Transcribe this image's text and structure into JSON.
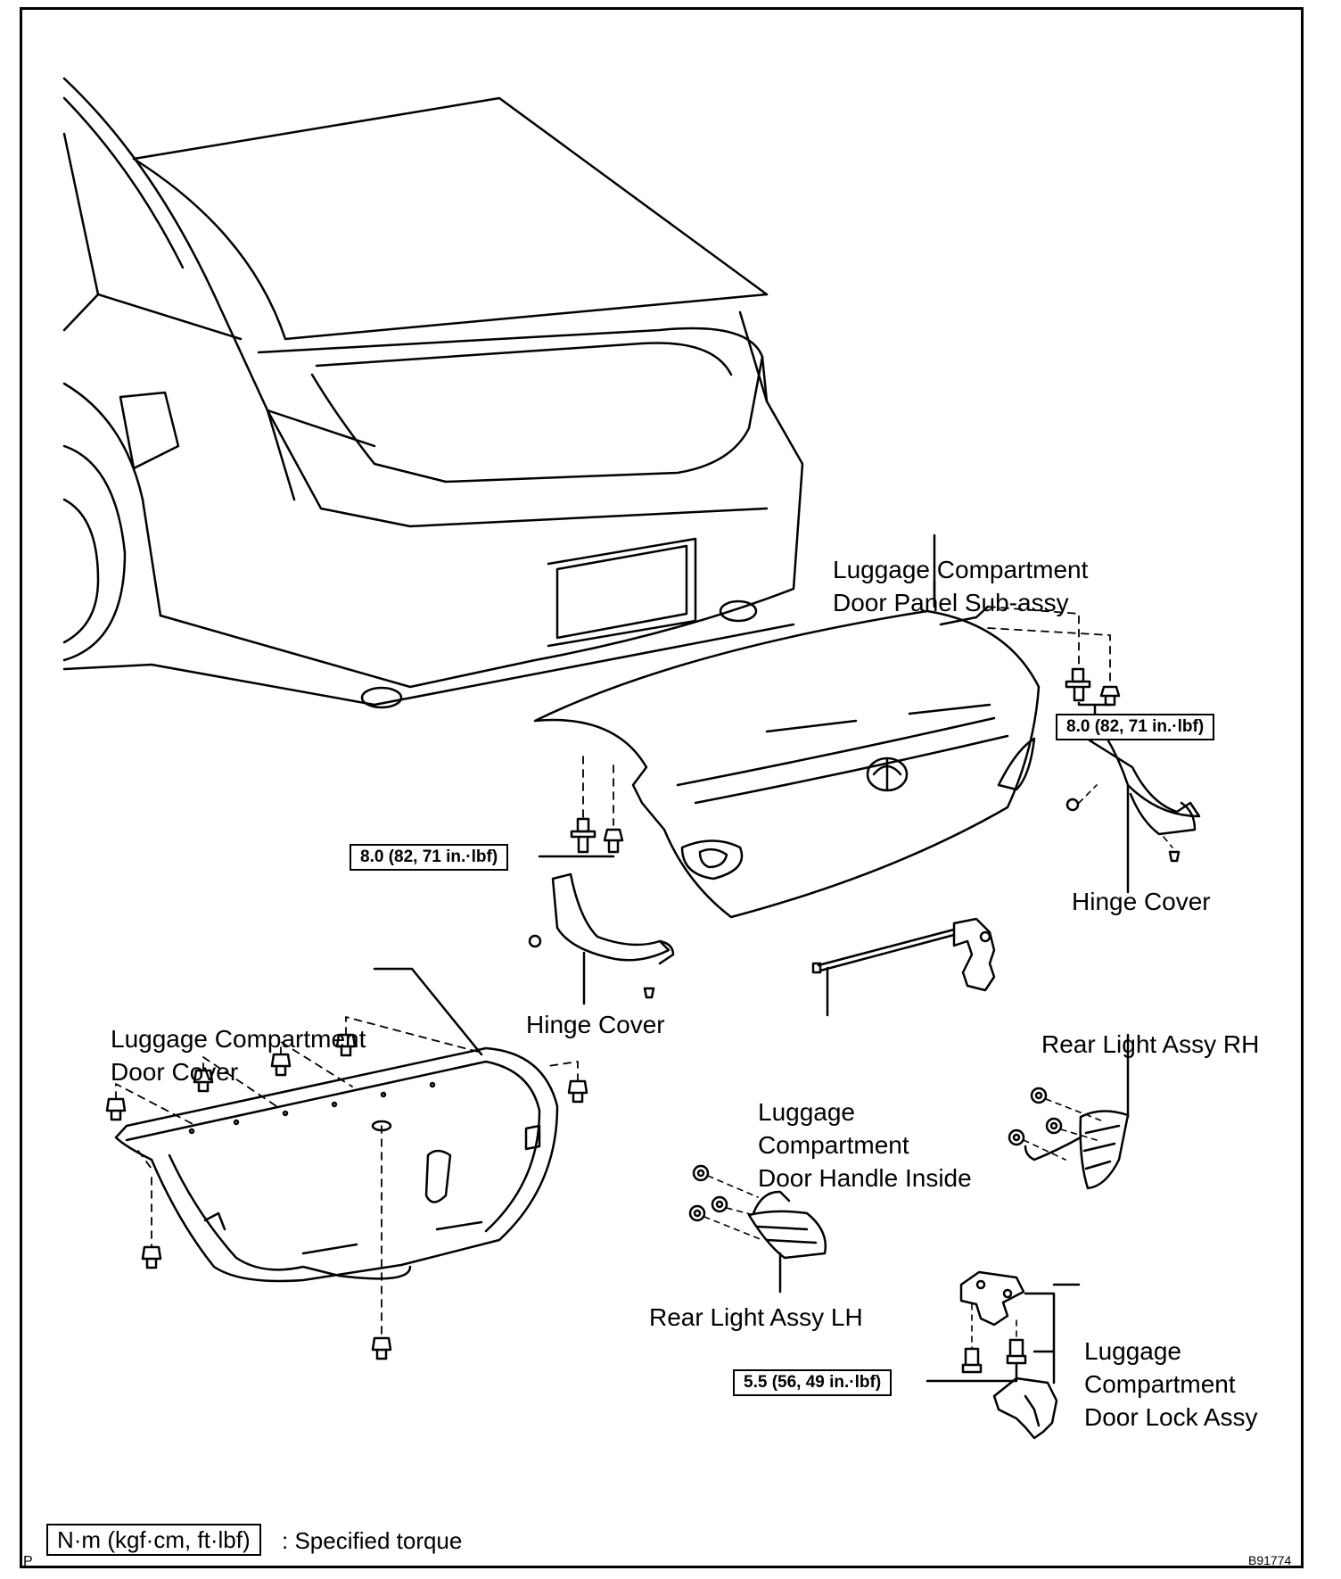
{
  "labels": {
    "door_panel": [
      "Luggage Compartment",
      "Door Panel Sub-assy"
    ],
    "hinge_cover_right": "Hinge Cover",
    "hinge_cover_left": "Hinge Cover",
    "door_cover": [
      "Luggage Compartment",
      "Door Cover"
    ],
    "door_handle": [
      "Luggage",
      "Compartment",
      "Door Handle Inside"
    ],
    "rear_light_rh": "Rear Light Assy RH",
    "rear_light_lh": "Rear Light Assy LH",
    "door_lock": [
      "Luggage",
      "Compartment",
      "Door Lock Assy"
    ]
  },
  "torques": {
    "hinge_right": "8.0 (82, 71 in.·lbf)",
    "hinge_left": "8.0 (82, 71 in.·lbf)",
    "lock": "5.5 (56, 49 in.·lbf)"
  },
  "legend": {
    "unit": "N·m (kgf·cm, ft·lbf)",
    "text": ": Specified torque"
  },
  "corner_mark": "P",
  "figure_code": "B91774"
}
